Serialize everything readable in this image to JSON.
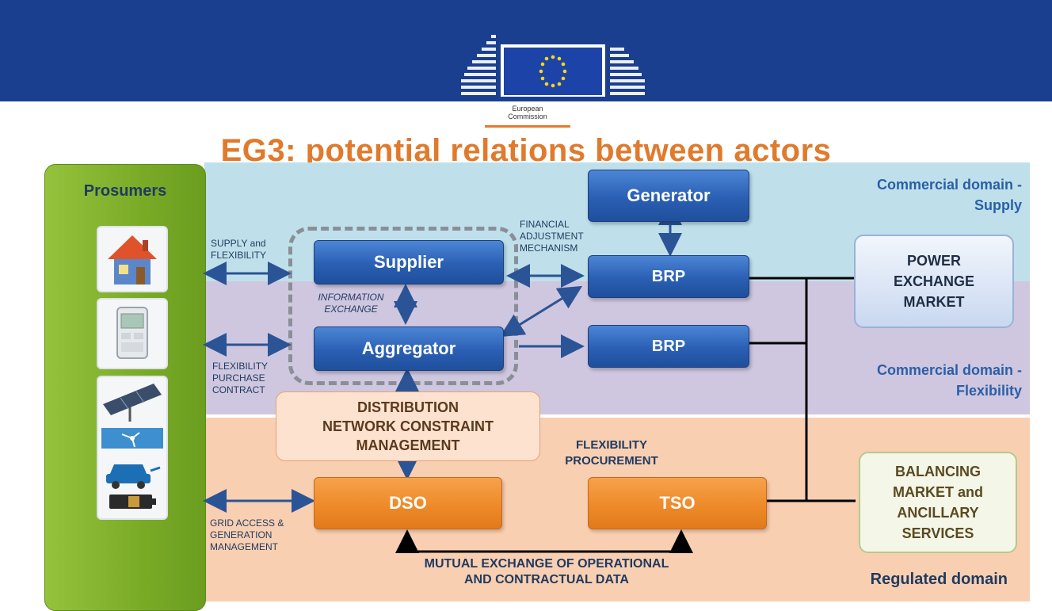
{
  "header": {
    "logo_line1": "European",
    "logo_line2": "Commission",
    "title": "EG3: potential relations between actors"
  },
  "prosumers": {
    "label": "Prosumers",
    "icons": [
      "house-icon",
      "smart-meter-icon",
      "solar-panel-icon",
      "wind-turbine-icon",
      "electric-car-icon",
      "battery-icon"
    ]
  },
  "actors": {
    "generator": "Generator",
    "supplier": "Supplier",
    "aggregator": "Aggregator",
    "brp_top": "BRP",
    "brp_bottom": "BRP",
    "dso": "DSO",
    "tso": "TSO"
  },
  "labels": {
    "supply_flex": [
      "SUPPLY and",
      "FLEXIBILITY"
    ],
    "flex_purchase": [
      "FLEXIBILITY",
      "PURCHASE",
      "CONTRACT"
    ],
    "grid_access": [
      "GRID ACCESS &",
      "GENERATION",
      "MANAGEMENT"
    ],
    "financial": [
      "FINANCIAL",
      "ADJUSTMENT",
      "MECHANISM"
    ],
    "info_exchange": [
      "INFORMATION",
      "EXCHANGE"
    ],
    "distribution": [
      "DISTRIBUTION",
      "NETWORK CONSTRAINT",
      "MANAGEMENT"
    ],
    "flex_procurement": [
      "FLEXIBILITY",
      "PROCUREMENT"
    ],
    "mutual": [
      "MUTUAL EXCHANGE OF OPERATIONAL",
      "AND CONTRACTUAL DATA"
    ]
  },
  "domains": {
    "supply": [
      "Commercial domain  -",
      "Supply"
    ],
    "flexibility": [
      "Commercial domain -",
      "Flexibility"
    ],
    "regulated": "Regulated domain"
  },
  "markets": {
    "power_exchange": "POWER\nEXCHANGE\nMARKET",
    "balancing": "BALANCING\nMARKET and\nANCILLARY\nSERVICES"
  },
  "colors": {
    "banner": "#1b3f8f",
    "title": "#e07a2c",
    "supply_domain": "#bfe0ea",
    "flex_domain": "#cfc7df",
    "regulated_domain": "#f9cfb2",
    "prosumers": "#7aab27",
    "actor_blue": "#2a5fb3",
    "actor_orange": "#ee8a2a",
    "arrow": "#2b5496"
  }
}
